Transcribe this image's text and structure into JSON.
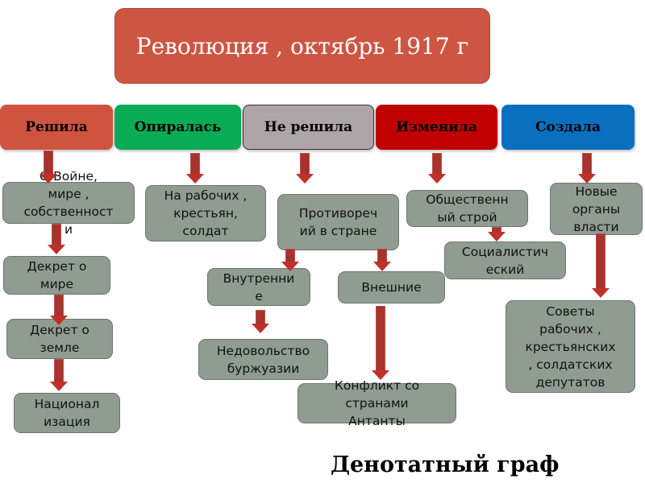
{
  "title": "Революция , октябрь 1917 г",
  "headers": [
    "Решила",
    "Опиралась",
    "Не решила",
    "Изменила",
    "Создала"
  ],
  "nodes": {
    "war_peace": "О Войне,\nмире ,\nсобственност\nи",
    "workers": "На рабочих ,\nкрестьян,\nсолдат",
    "contradictions": "Противореч\nий в стране",
    "social_order": "Общественн\nый строй",
    "new_organs": "Новые\nорганы\nвласти",
    "decree_peace": "Декрет о\nмире",
    "decree_land": "Декрет о\nземле",
    "nationalization": "Национал\nизация",
    "internal": "Внутренни\nе",
    "external": "Внешние",
    "socialist": "Социалистич\nеский",
    "bourgeois": "Недовольство\nбуржуазии",
    "entente": "Конфликт со\nстранами\nАнтанты",
    "soviets": "Советы\nрабочих ,\nкрестьянских\n, солдатских\nдепутатов"
  },
  "colors": {
    "resh": "#d0533f",
    "opir": "#0aab55",
    "neresh": "#ada5a8",
    "izm": "#c00000",
    "sozd": "#0b6fc0"
  },
  "footer": "Денотатный граф"
}
